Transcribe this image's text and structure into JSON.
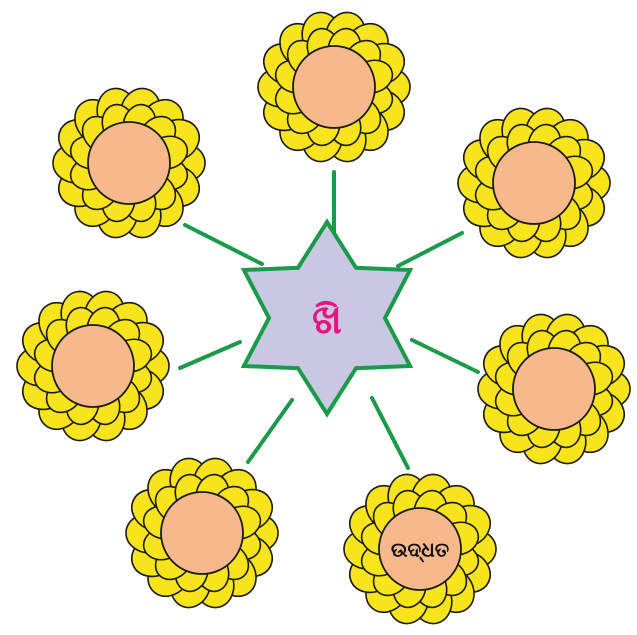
{
  "colors": {
    "petal_fill": "#f7e41c",
    "petal_stroke": "#1a1a1a",
    "disc_fill": "#f7b98c",
    "connector": "#1a9a4a",
    "star_fill": "#c9c8e2",
    "center_text": "#e6157d"
  },
  "center": {
    "label": "ଖି",
    "shape": "six-point-star"
  },
  "flowers": [
    {
      "id": "top",
      "label": ""
    },
    {
      "id": "top-right",
      "label": ""
    },
    {
      "id": "right",
      "label": ""
    },
    {
      "id": "bottom-right",
      "label": "ଉଦ୍ଧତ"
    },
    {
      "id": "bottom-left",
      "label": ""
    },
    {
      "id": "left",
      "label": ""
    },
    {
      "id": "top-left",
      "label": ""
    }
  ]
}
